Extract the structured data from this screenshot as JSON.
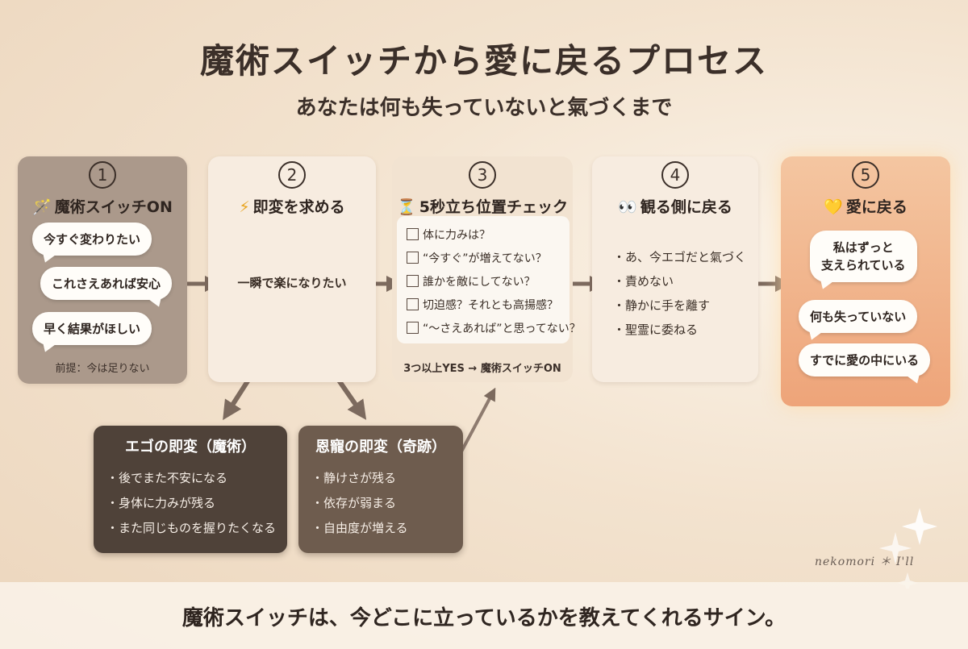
{
  "title": "魔術スイッチから愛に戻るプロセス",
  "subtitle": "あなたは何も失っていないと氣づくまで",
  "steps": [
    {
      "num": "1",
      "icon": "🪄",
      "heading": "魔術スイッチON",
      "bubbles": [
        "今すぐ変わりたい",
        "これさえあれば安心",
        "早く結果がほしい"
      ],
      "note": "前提：今は足りない"
    },
    {
      "num": "2",
      "icon": "⚡",
      "heading": "即変を求める",
      "text": "一瞬で楽になりたい"
    },
    {
      "num": "3",
      "icon": "⏳",
      "heading": "5秒立ち位置チェック",
      "checks": [
        "体に力みは？",
        "“今すぐ”が増えてない？",
        "誰かを敵にしてない？",
        "切迫感？それとも高揚感？",
        "“〜さえあれば”と思ってない？"
      ],
      "note": "3つ以上YES → 魔術スイッチON"
    },
    {
      "num": "4",
      "icon": "👀",
      "heading": "観る側に戻る",
      "items": [
        "・あ、今エゴだと氣づく",
        "・責めない",
        "・静かに手を離す",
        "・聖霊に委ねる"
      ]
    },
    {
      "num": "5",
      "icon": "💛",
      "heading": "愛に戻る",
      "bubbles": [
        "私はずっと",
        "支えられている",
        "何も失っていない",
        "すでに愛の中にいる"
      ]
    }
  ],
  "branches": [
    {
      "title": "エゴの即変（魔術）",
      "items": [
        "・後でまた不安になる",
        "・身体に力みが残る",
        "・また同じものを握りたくなる"
      ]
    },
    {
      "title": "恩寵の即変（奇跡）",
      "items": [
        "・静けさが残る",
        "・依存が弱まる",
        "・自由度が増える"
      ]
    }
  ],
  "footer": "魔術スイッチは、今どこに立っているかを教えてくれるサイン。",
  "watermark": "nekomori ＊ I'll",
  "colors": {
    "background": "#f3e3cf",
    "step1": "#ab998b",
    "step2": "#f7ece0",
    "step3": "#f2e3d1",
    "step4": "#f7ece0",
    "step5": "#f1b98f",
    "branch_ego": "#4f4239",
    "branch_grace": "#6e5c4e",
    "arrow": "#7c6a5e"
  }
}
